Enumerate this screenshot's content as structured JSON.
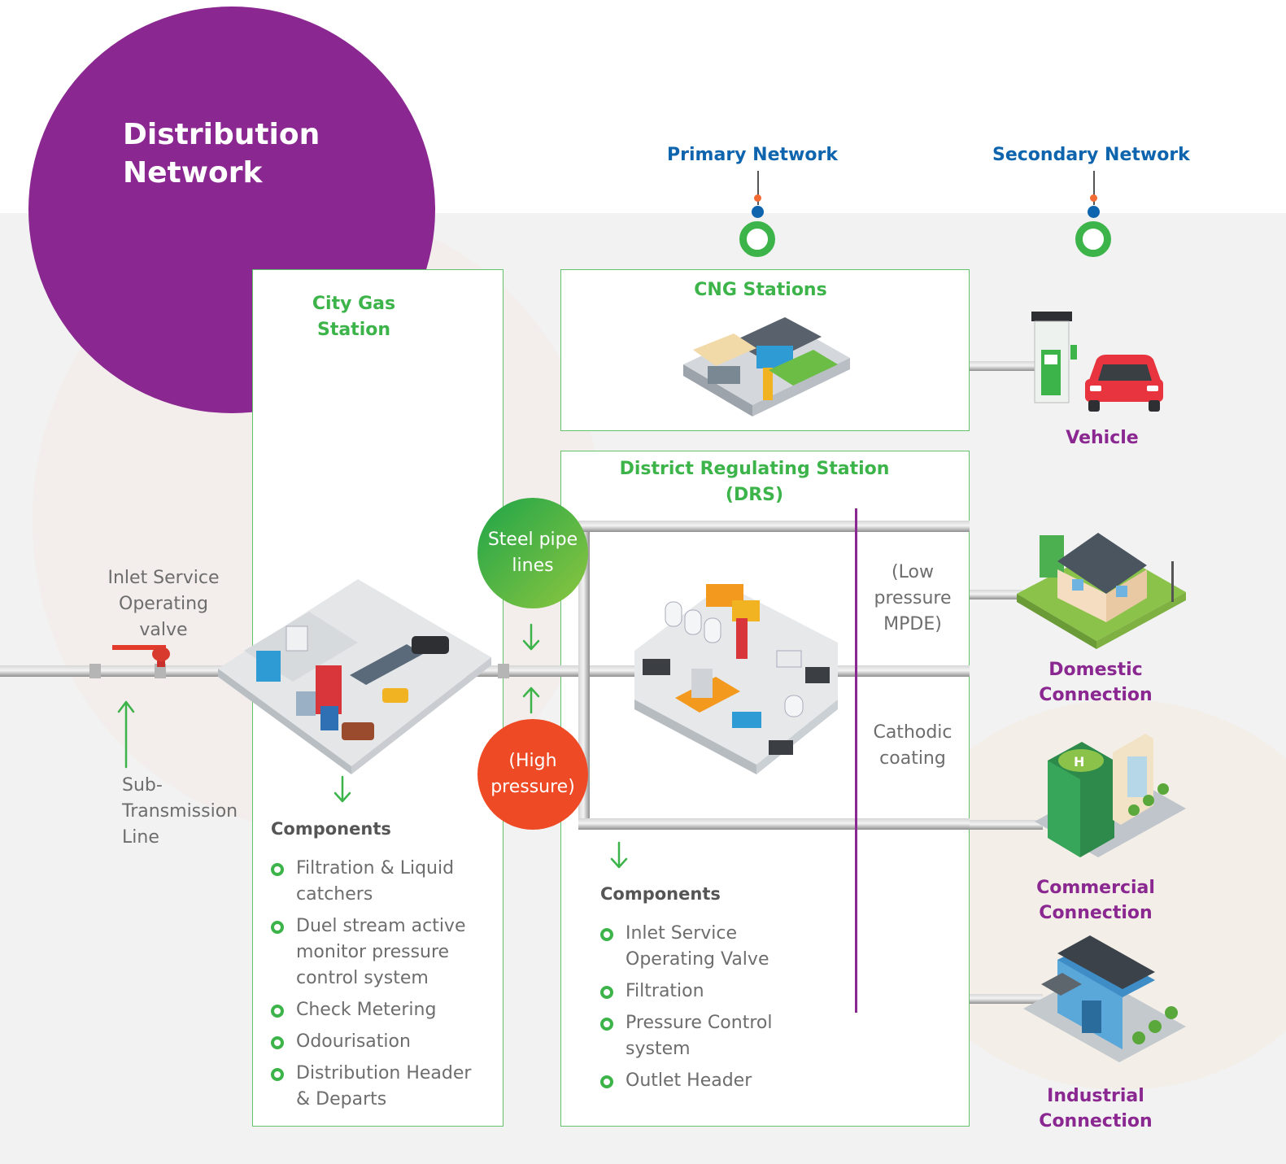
{
  "title": "Distribution Network",
  "networks": {
    "primary": "Primary Network",
    "secondary": "Secondary Network"
  },
  "city_gas_station": {
    "title": "City Gas Station",
    "components_heading": "Components",
    "components": [
      "Filtration & Liquid catchers",
      "Duel stream active monitor pressure control system",
      "Check Metering",
      "Odourisation",
      "Distribution Header & Departs"
    ]
  },
  "cng_stations": {
    "title": "CNG Stations"
  },
  "drs": {
    "title": "District Regulating Station (DRS)",
    "components_heading": "Components",
    "components": [
      "Inlet Service Operating Valve",
      "Filtration",
      "Pressure Control system",
      "Outlet Header"
    ],
    "notes": {
      "low_pressure": "(Low pressure MPDE)",
      "cathodic": "Cathodic coating"
    }
  },
  "pipeline_labels": {
    "steel": "Steel pipe lines",
    "high_pressure": "(High pressure)",
    "inlet_valve": "Inlet Service Operating valve",
    "sub_transmission": "Sub- Transmission Line"
  },
  "connections": {
    "vehicle": "Vehicle",
    "domestic": "Domestic Connection",
    "commercial": "Commercial Connection",
    "industrial": "Industrial Connection"
  },
  "colors": {
    "purple": "#8a2790",
    "green": "#3cb44a",
    "blue": "#0e64ad",
    "orange_red": "#ee4a25",
    "pipe_gray": "#a9a9a9",
    "background": "#f1f2f1"
  }
}
